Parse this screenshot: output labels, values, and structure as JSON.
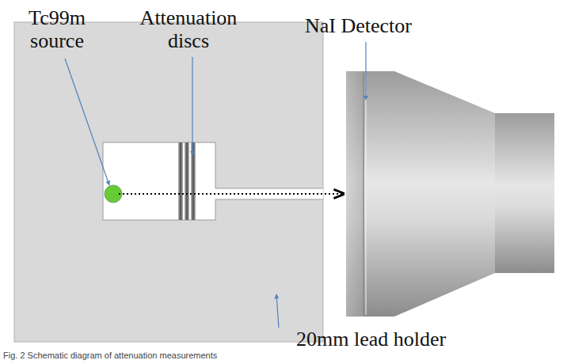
{
  "diagram": {
    "caption": "Fig. 2 Schematic diagram of attenuation measurements",
    "labels": [
      "Tc99m source",
      "Attenuation discs",
      "NaI Detector",
      "20mm lead holder"
    ]
  }
}
